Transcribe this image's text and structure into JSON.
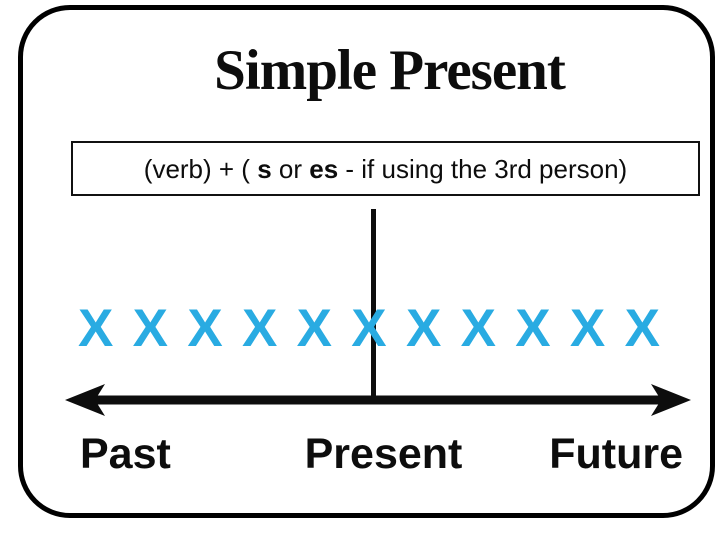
{
  "diagram": {
    "title": "Simple Present",
    "formula": {
      "full_text": "(verb) + ( s or es - if using the 3rd person)",
      "segments": [
        {
          "text": "(verb) + ( ",
          "bold": false
        },
        {
          "text": "s",
          "bold": true
        },
        {
          "text": " or ",
          "bold": false
        },
        {
          "text": "es",
          "bold": true
        },
        {
          "text": " - if using the 3rd person)",
          "bold": false
        }
      ]
    },
    "timeline": {
      "marks": {
        "symbol": "X",
        "count": 11,
        "color": "#29abe2"
      },
      "labels": {
        "past": "Past",
        "present": "Present",
        "future": "Future"
      },
      "axis_color": "#0d0d0d"
    },
    "colors": {
      "border": "#000000",
      "text": "#0d0d0d",
      "background": "#ffffff",
      "x_marks": "#29abe2"
    }
  }
}
